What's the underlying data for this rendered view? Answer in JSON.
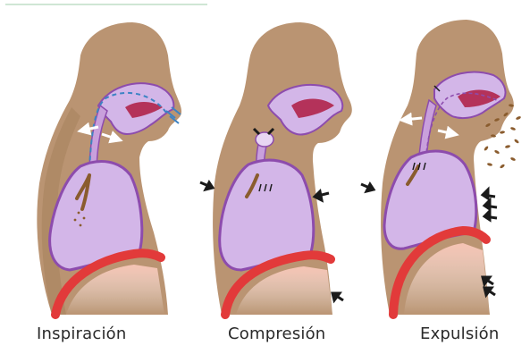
{
  "colors": {
    "skin": "#ba9472",
    "skin_shadow": "#a9835f",
    "lung_fill": "#d3b6e8",
    "lung_edge": "#8d4cad",
    "diaphragm": "#e23a3a",
    "diaphragm_light": "#f4b3a6",
    "airway": "#c9a0dc",
    "tongue": "#b4325a",
    "arrow_white": "#ffffff",
    "arrow_black": "#1a1a1a",
    "air_blue": "#3c83c4",
    "particles": "#8a5c2e"
  },
  "stages": [
    {
      "label": "Inspiración"
    },
    {
      "label": "Compresión"
    },
    {
      "label": "Expulsión"
    }
  ]
}
